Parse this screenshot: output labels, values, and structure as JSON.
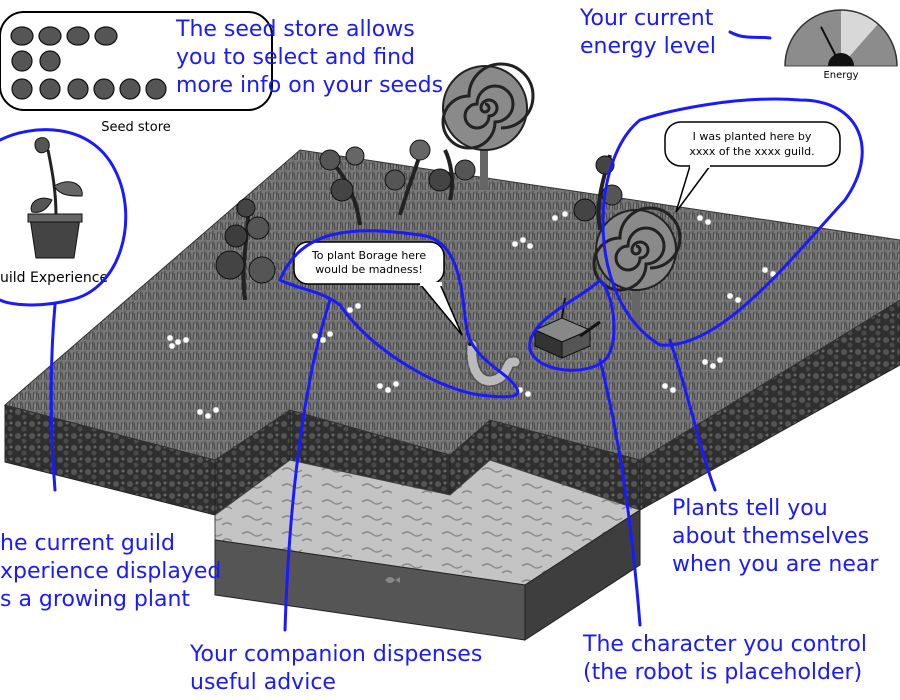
{
  "annotations": {
    "seed_store": [
      "The seed store allows",
      "you to select and find",
      "more info on your seeds"
    ],
    "energy": [
      "Your current",
      "energy level"
    ],
    "guild_experience": [
      "he current guild",
      "xperience displayed",
      "s a growing plant"
    ],
    "companion": [
      "Your companion dispenses",
      "useful advice"
    ],
    "plants": [
      "Plants tell you",
      "about themselves",
      "when you are near"
    ],
    "character": [
      "The character you control",
      "(the robot is placeholder)"
    ]
  },
  "ui": {
    "seed_store_label": "Seed store",
    "energy_label": "Energy",
    "energy_level": 0.35,
    "guild_label": "uild Experience"
  },
  "speech": {
    "companion": [
      "To plant Borage here",
      "would be madness!"
    ],
    "plant": [
      "I was planted here by",
      "xxxx of the xxxx guild."
    ]
  },
  "colors": {
    "annotation_blue": "#1a1aff",
    "grass": "#6e6e6e",
    "soil": "#3a3a3a",
    "water": "#b0b0b0"
  }
}
